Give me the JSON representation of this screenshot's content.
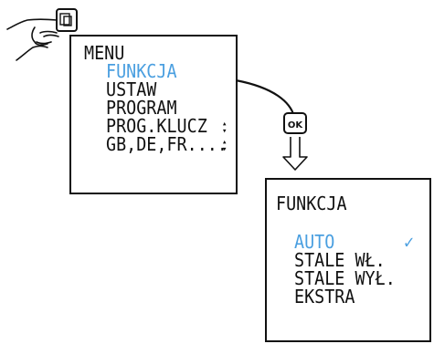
{
  "menu_screen": {
    "title": "MENU",
    "items": [
      {
        "label": "FUNKCJA",
        "highlighted": true
      },
      {
        "label": "USTAW",
        "highlighted": false
      },
      {
        "label": "PROGRAM",
        "highlighted": false
      },
      {
        "label": "PROG.KLUCZ",
        "highlighted": false
      },
      {
        "label": "GB,DE,FR....",
        "highlighted": false
      }
    ],
    "scroll_icons": [
      "up-down-arrows-icon",
      "up-down-arrows-icon"
    ]
  },
  "ok_button": {
    "label": "OK"
  },
  "func_screen": {
    "title": "FUNKCJA",
    "items": [
      {
        "label": "AUTO",
        "highlighted": true,
        "check": "✓"
      },
      {
        "label": "STALE WŁ.",
        "highlighted": false
      },
      {
        "label": "STALE WYŁ.",
        "highlighted": false
      },
      {
        "label": "EKSTRA",
        "highlighted": false
      }
    ]
  },
  "colors": {
    "highlight": "#4a9fe0",
    "text": "#111111"
  },
  "icons": {
    "hand": "pointing-hand-icon",
    "menu_button": "menu-button-icon",
    "flow_arrow": "curved-arrow-icon",
    "down_arrow": "down-arrow-icon"
  }
}
